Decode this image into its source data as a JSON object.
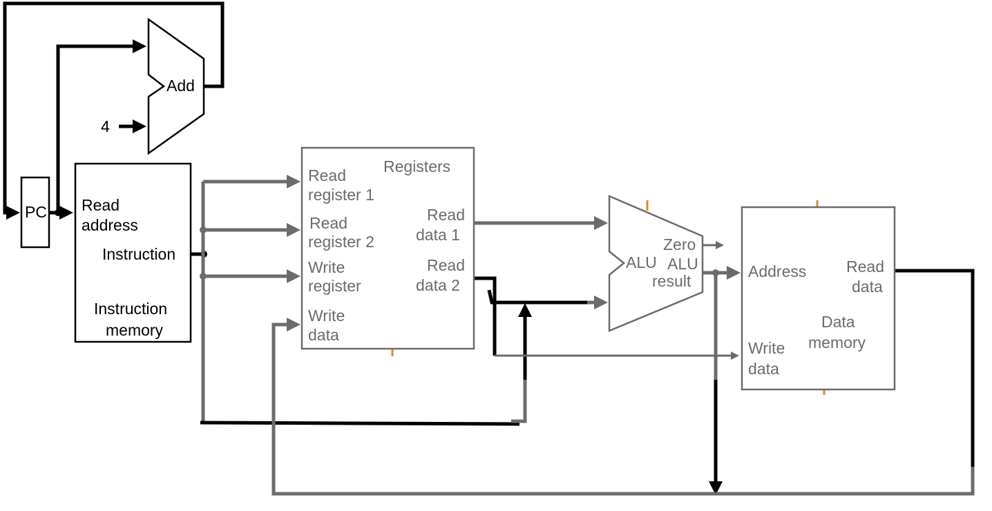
{
  "colors": {
    "control_wire": "#000000",
    "data_wire": "#6b6b6b",
    "clock_tick": "#e08a2e",
    "background": "#ffffff"
  },
  "labels": {
    "adder": "Add",
    "constant_four": "4",
    "pc": "PC",
    "imem_read": "Read",
    "imem_address": "address",
    "imem_instruction": "Instruction",
    "imem_title_1": "Instruction",
    "imem_title_2": "memory",
    "reg_title": "Registers",
    "reg_read_register_1a": "Read",
    "reg_read_register_1b": "register 1",
    "reg_read_register_2a": "Read",
    "reg_read_register_2b": "register 2",
    "reg_write_register_a": "Write",
    "reg_write_register_b": "register",
    "reg_write_data_a": "Write",
    "reg_write_data_b": "data",
    "reg_read_data_1a": "Read",
    "reg_read_data_1b": "data 1",
    "reg_read_data_2a": "Read",
    "reg_read_data_2b": "data 2",
    "alu": "ALU",
    "alu_zero": "Zero",
    "alu_result_a": "ALU",
    "alu_result_b": "result",
    "dmem_address": "Address",
    "dmem_read_data_a": "Read",
    "dmem_read_data_b": "data",
    "dmem_title_1": "Data",
    "dmem_title_2": "memory",
    "dmem_write_data_a": "Write",
    "dmem_write_data_b": "data"
  }
}
